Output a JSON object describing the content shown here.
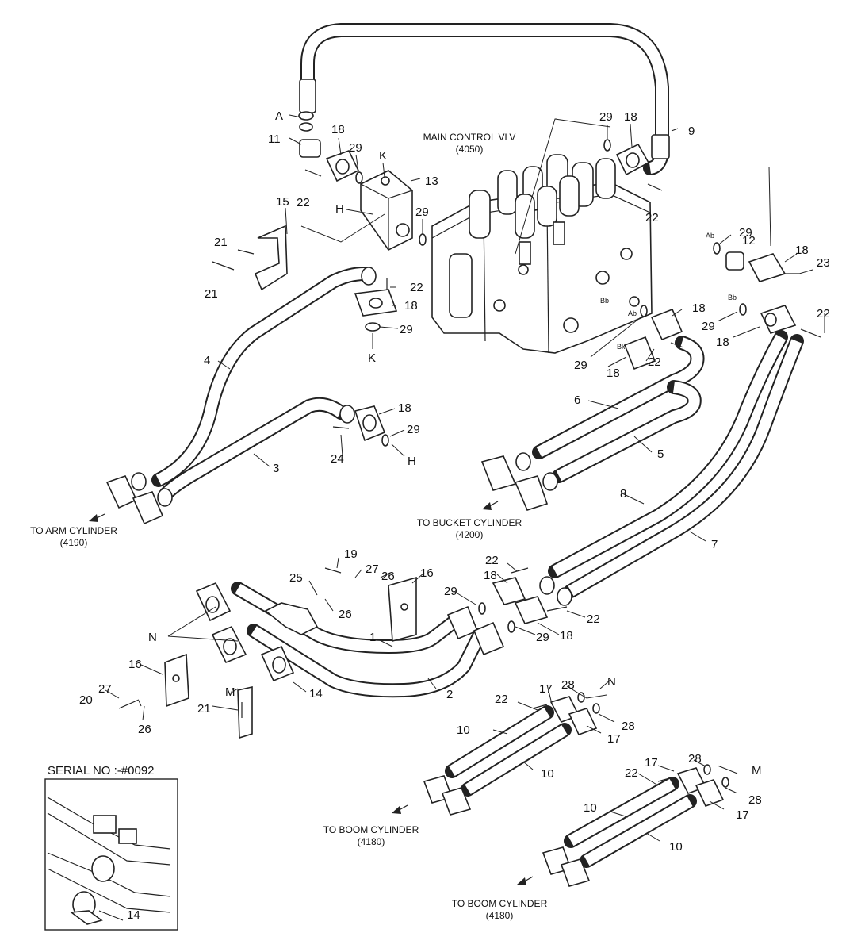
{
  "colors": {
    "ink": "#222222",
    "background": "#ffffff"
  },
  "captions": {
    "main_control_valve": "MAIN CONTROL VLV",
    "main_control_valve_code": "(4050)",
    "to_arm_cylinder": "TO ARM CYLINDER",
    "to_arm_cylinder_code": "(4190)",
    "to_bucket_cylinder": "TO BUCKET CYLINDER",
    "to_bucket_cylinder_code": "(4200)",
    "to_boom_cylinder_1": "TO BOOM CYLINDER",
    "to_boom_cylinder_1_code": "(4180)",
    "to_boom_cylinder_2": "TO BOOM CYLINDER",
    "to_boom_cylinder_2_code": "(4180)"
  },
  "inset": {
    "title": "SERIAL NO :-#0092",
    "part_label": "14"
  },
  "callouts": {
    "c1": "1",
    "c2": "2",
    "c3": "3",
    "c4": "4",
    "c5": "5",
    "c6": "6",
    "c7": "7",
    "c8": "8",
    "c9": "9",
    "c10a": "10",
    "c10b": "10",
    "c10c": "10",
    "c10d": "10",
    "c11": "11",
    "c12": "12",
    "c13": "13",
    "c14": "14",
    "c15": "15",
    "c16a": "16",
    "c16b": "16",
    "c17a": "17",
    "c17b": "17",
    "c17c": "17",
    "c17d": "17",
    "c18a": "18",
    "c18b": "18",
    "c18c": "18",
    "c18d": "18",
    "c18e": "18",
    "c18f": "18",
    "c18g": "18",
    "c18h": "18",
    "c18i": "18",
    "c18j": "18",
    "c19": "19",
    "c20": "20",
    "c21a": "21",
    "c21b": "21",
    "c21c": "21",
    "c22a": "22",
    "c22b": "22",
    "c22c": "22",
    "c22d": "22",
    "c22e": "22",
    "c22f": "22",
    "c22g": "22",
    "c22h": "22",
    "c22i": "22",
    "c23": "23",
    "c24": "24",
    "c25": "25",
    "c26a": "26",
    "c26b": "26",
    "c26c": "26",
    "c27a": "27",
    "c27b": "27",
    "c28a": "28",
    "c28b": "28",
    "c28c": "28",
    "c28d": "28",
    "c29a": "29",
    "c29b": "29",
    "c29c": "29",
    "c29d": "29",
    "c29e": "29",
    "c29f": "29",
    "c29g": "29",
    "c29h": "29",
    "c29i": "29",
    "cA": "A",
    "cK1": "K",
    "cK2": "K",
    "cH1": "H",
    "cH2": "H",
    "cN1": "N",
    "cN2": "N",
    "cM1": "M",
    "cM2": "M"
  },
  "port_marks": {
    "p1": "Ab",
    "p2": "Bb",
    "p3": "Ab",
    "p4": "Bb",
    "p5": "Bk"
  }
}
